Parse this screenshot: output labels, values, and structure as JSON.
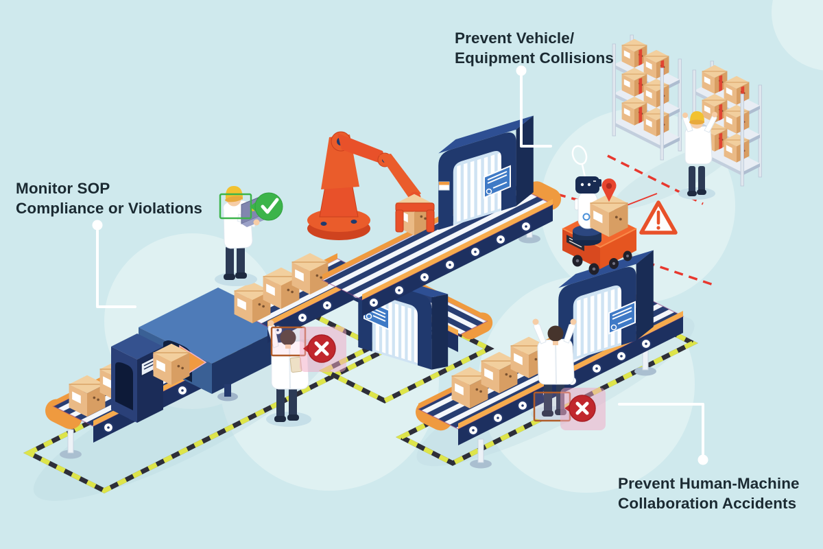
{
  "callouts": [
    {
      "id": "sop",
      "line1": "Monitor SOP",
      "line2": "Compliance or Violations"
    },
    {
      "id": "vehicle",
      "line1": "Prevent Vehicle/",
      "line2": "Equipment Collisions"
    },
    {
      "id": "human_machine",
      "line1": "Prevent Human-Machine",
      "line2": "Collaboration Accidents"
    }
  ],
  "icons": {
    "compliance": "check-circle-icon",
    "violation": "x-circle-icon",
    "collision_alert": "warning-triangle-icon",
    "destination": "location-pin-icon",
    "agv_assistant": "robot-icon",
    "detection_frame": "bounding-box-frame",
    "route": "red-dashed-path",
    "safety_zone": "hazard-tape-border"
  },
  "colors": {
    "background": "#cfe9ed",
    "decor_circle": "#dff1f2",
    "callout_line": "#ffffff",
    "label_text": "#1b2a32",
    "belt_navy": "#283e72",
    "belt_side": "#1d3060",
    "rail_orange": "#ef9a3f",
    "machine_blue": "#4e7bb8",
    "gantry_navy": "#20396e",
    "screen_blue": "#3f7ac6",
    "robot_arm_orange": "#e8512a",
    "agv_orange": "#f2672e",
    "box_tan": "#f2cf9e",
    "hazard_yellow": "#dde44a",
    "hazard_black": "#2e2e38",
    "success_green": "#3cb44a",
    "error_red": "#c1272d",
    "alert_red": "#e8382e",
    "helmet_yellow": "#f2c230",
    "shelf_gray": "#dfe6ee"
  },
  "scene": {
    "workers": 4,
    "scanner_gates": 3,
    "shelf_racks": 2,
    "robotic_arms": 1,
    "agv_vehicles": 1
  }
}
